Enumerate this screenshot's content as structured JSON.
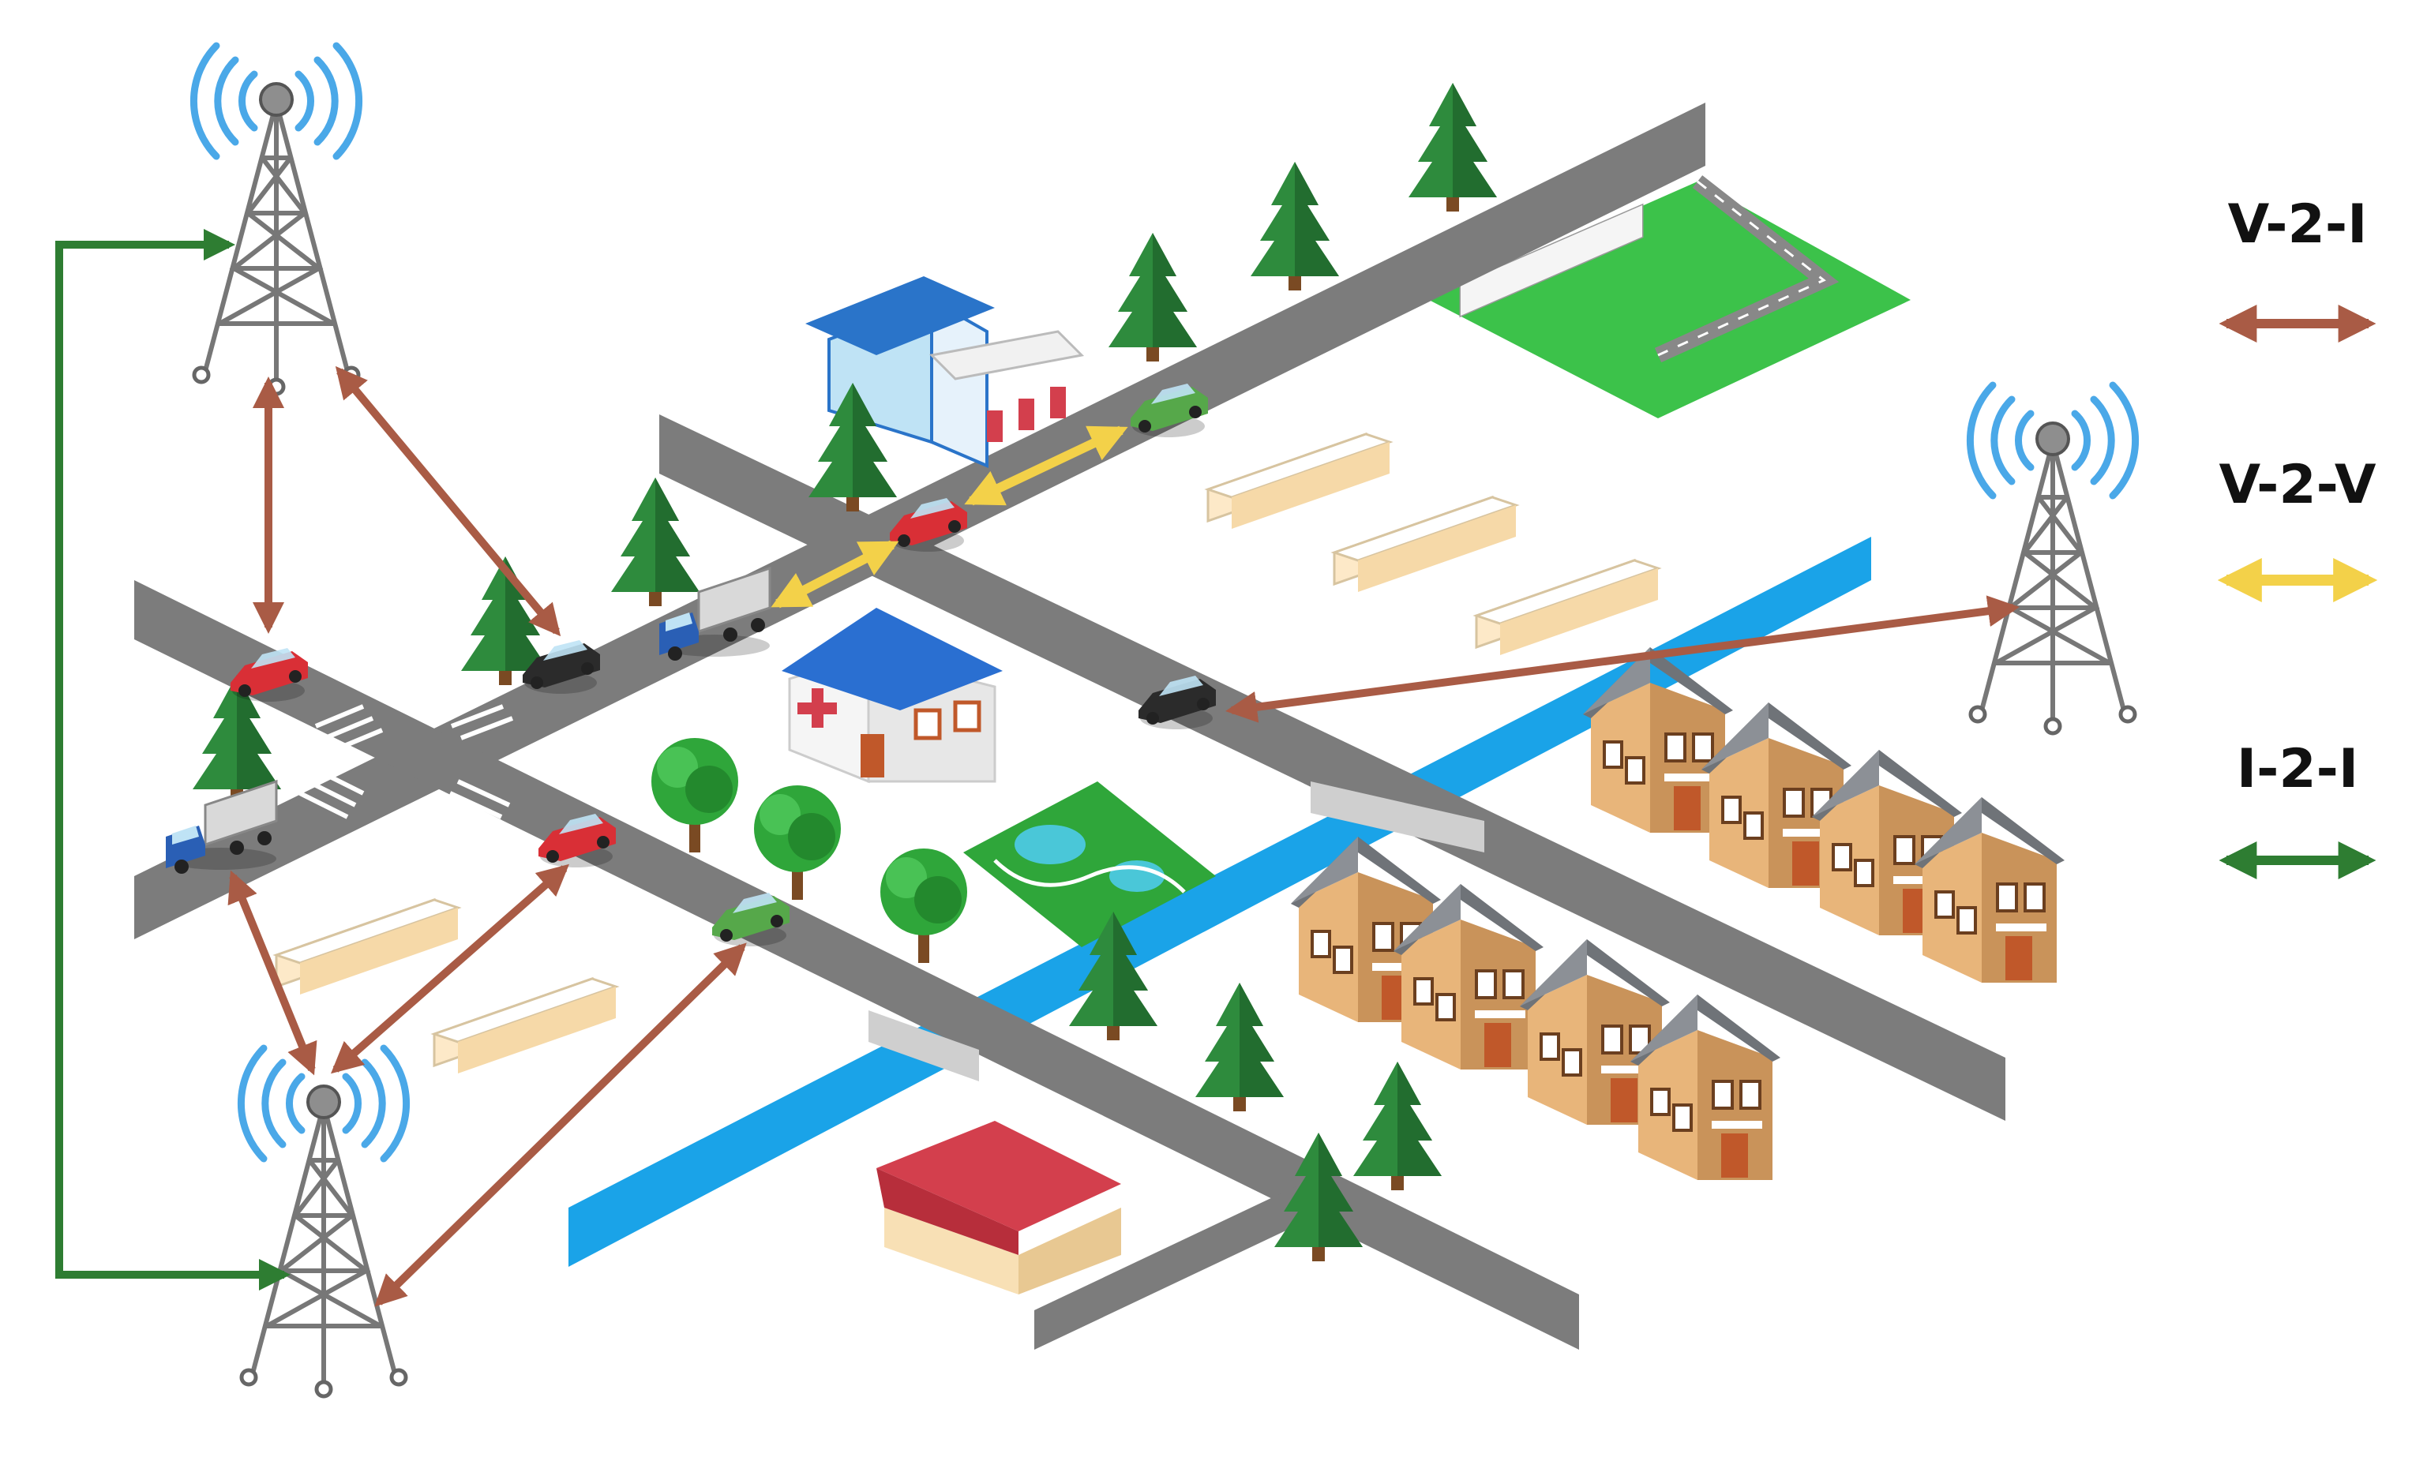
{
  "legend": {
    "v2i": {
      "label": "V-2-I",
      "color": "#a95b45"
    },
    "v2v": {
      "label": "V-2-V",
      "color": "#f3d149"
    },
    "i2i": {
      "label": "I-2-I",
      "color": "#2e7d32"
    }
  },
  "colors": {
    "road": "#7c7c7c",
    "river": "#1aa3e8",
    "grass": "#3cc24a",
    "signal": "#4aa8e8",
    "tree": "#2e8b3d",
    "house_wall": "#d9a56c",
    "house_roof": "#6f7378",
    "warehouse": "#fbe6c6",
    "clinic_roof": "#2a6fd1",
    "factory_roof": "#d33f4d",
    "gas_station_roof": "#2a74c9"
  },
  "icons": {
    "towers": [
      "cell-tower-icon",
      "cell-tower-icon",
      "cell-tower-icon"
    ],
    "vehicles": [
      "red-car-icon",
      "black-car-icon",
      "green-car-icon",
      "truck-icon"
    ],
    "buildings": [
      "gas-station-icon",
      "hospital-icon",
      "factory-icon",
      "house-icon",
      "warehouse-icon",
      "airfield-icon",
      "park-icon"
    ]
  }
}
